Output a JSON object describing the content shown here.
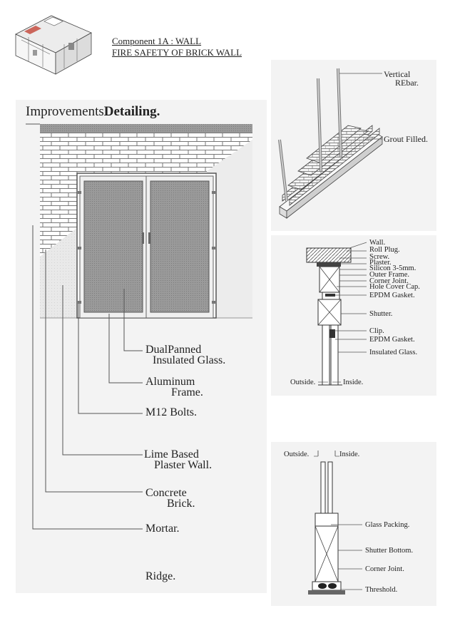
{
  "header": {
    "line1": "Component 1A  : WALL",
    "line2": "FIRE SAFETY OF BRICK WALL"
  },
  "section_title": {
    "regular": "Improvements",
    "bold": "Detailing."
  },
  "callouts": {
    "glass_1": "DualPanned",
    "glass_2": "Insulated Glass.",
    "frame_1": "Aluminum",
    "frame_2": "Frame.",
    "bolts": "M12 Bolts.",
    "plaster_1": "Lime Based",
    "plaster_2": "Plaster Wall.",
    "brick_1": "Concrete",
    "brick_2": "Brick.",
    "mortar": "Mortar.",
    "ridge": "Ridge."
  },
  "rebar_detail": {
    "vertical_1": "Vertical",
    "vertical_2": "REbar.",
    "grout": "Grout Filled."
  },
  "frame_section": {
    "labels": [
      "Wall.",
      "Roll Plug.",
      "Screw.",
      "Plaster.",
      "Silicon 3-5mm.",
      "Outer Frame.",
      "Corner Joint.",
      "Hole Cover Cap.",
      "EPDM Gasket."
    ],
    "shutter": "Shutter.",
    "clip": "Clip.",
    "epdm2": "EPDM Gasket.",
    "insulated_glass": "Insulated Glass.",
    "outside": "Outside.",
    "inside": "Inside."
  },
  "sill_section": {
    "outside": "Outside.",
    "inside": "Inside.",
    "glass_packing": "Glass Packing.",
    "shutter_bottom": "Shutter Bottom.",
    "corner_joint": "Corner Joint.",
    "threshold": "Threshold."
  }
}
